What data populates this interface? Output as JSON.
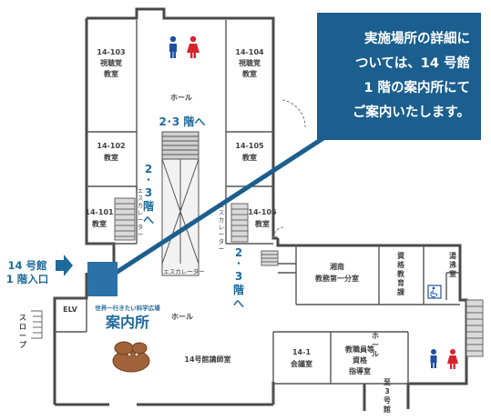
{
  "rooms": {
    "r14_103": [
      "14-103",
      "視聴覚",
      "教室"
    ],
    "r14_104": [
      "14-104",
      "視聴覚",
      "教室"
    ],
    "r14_102": [
      "14-102",
      "教室"
    ],
    "r14_105": [
      "14-105",
      "教室"
    ],
    "r14_101": [
      "14-101",
      "教室"
    ],
    "r14_106": [
      "14-106",
      "教室"
    ],
    "shonan": [
      "湘南",
      "教務第一分室"
    ],
    "shikaku": [
      "資",
      "格",
      "教",
      "育",
      "課"
    ],
    "yufutsu": [
      "湯",
      "沸",
      "室"
    ],
    "kaigi": [
      "14-1",
      "会議室"
    ],
    "shidou": [
      "教職員等",
      "資格",
      "指導室"
    ],
    "koushi": "14号館講師室"
  },
  "labels": {
    "hall_top": "ホール",
    "hall_bottom": "ホール",
    "hall_right": [
      "ホ",
      "ー",
      "ル"
    ],
    "to_floors_top": "2･3 階へ",
    "to_floors_left": [
      "2",
      "･",
      "3",
      "階",
      "へ"
    ],
    "to_floors_right": [
      "2",
      "･",
      "3",
      "階",
      "へ"
    ],
    "escalator_left": [
      "エ",
      "ス",
      "カ",
      "レ",
      "ー",
      "タ",
      "ー"
    ],
    "escalator_right": [
      "エ",
      "ス",
      "カ",
      "レ",
      "ー",
      "タ",
      "ー"
    ],
    "escalator_bottom": "エスカレーター",
    "elv": "ELV",
    "slope": [
      "ス",
      "ロ",
      "ー",
      "プ"
    ],
    "to_bldg3": [
      "至",
      "3",
      "号",
      "館"
    ],
    "entrance": [
      "14 号館",
      "1 階入口"
    ],
    "info_small": "世界一行きたい科学広場",
    "info_big": "案内所"
  },
  "callout": {
    "lines": [
      "実施場所の詳細に",
      "ついては、14 号館",
      "1 階の案内所にて",
      "ご案内いたします。"
    ]
  },
  "colors": {
    "accent_blue": "#1f6a9c",
    "callout_bg": "#1b5f8f",
    "entrance_box": "#2a72a8",
    "mascot": "#a0633a",
    "wc_male": "#1f4fa0",
    "wc_female": "#d8232a"
  },
  "icons": [
    "wc-male-icon",
    "wc-female-icon",
    "accessible-toilet-icon",
    "mascot-figure-icon"
  ]
}
